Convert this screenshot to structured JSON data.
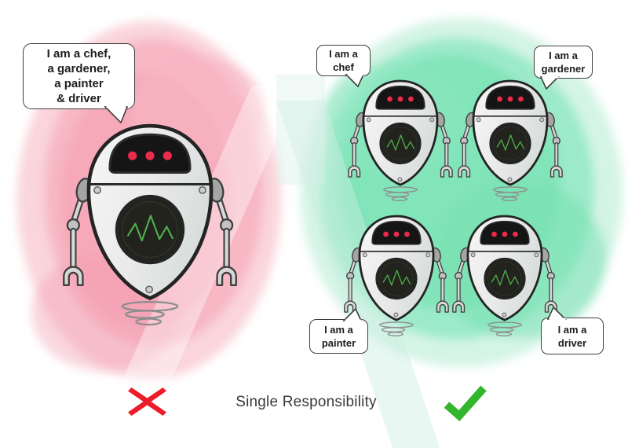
{
  "illustration": {
    "caption": "Single Responsibility",
    "left_scene": {
      "name": "multi-responsibility-robot",
      "speech_bubble": "I am a chef,\na gardener,\na painter\n& driver",
      "verdict": "rejected",
      "verdict_icon": "cross-icon",
      "verdict_color": "#ee1b2b",
      "blob_color": "#f5a5b5"
    },
    "right_scene": {
      "name": "single-responsibility-robots",
      "robots": [
        {
          "role": "chef",
          "speech_bubble": "I am a\nchef"
        },
        {
          "role": "gardener",
          "speech_bubble": "I am a\ngardener"
        },
        {
          "role": "painter",
          "speech_bubble": "I am a\npainter"
        },
        {
          "role": "driver",
          "speech_bubble": "I am a\ndriver"
        }
      ],
      "verdict": "approved",
      "verdict_icon": "check-icon",
      "verdict_color": "#32b62b",
      "blob_color": "#7ee3b6"
    },
    "robot_style": {
      "eye_color": "#ec2b4a",
      "waveform_color": "#4faf4d",
      "body_color": "#ececec",
      "outline_color": "#242424"
    }
  }
}
